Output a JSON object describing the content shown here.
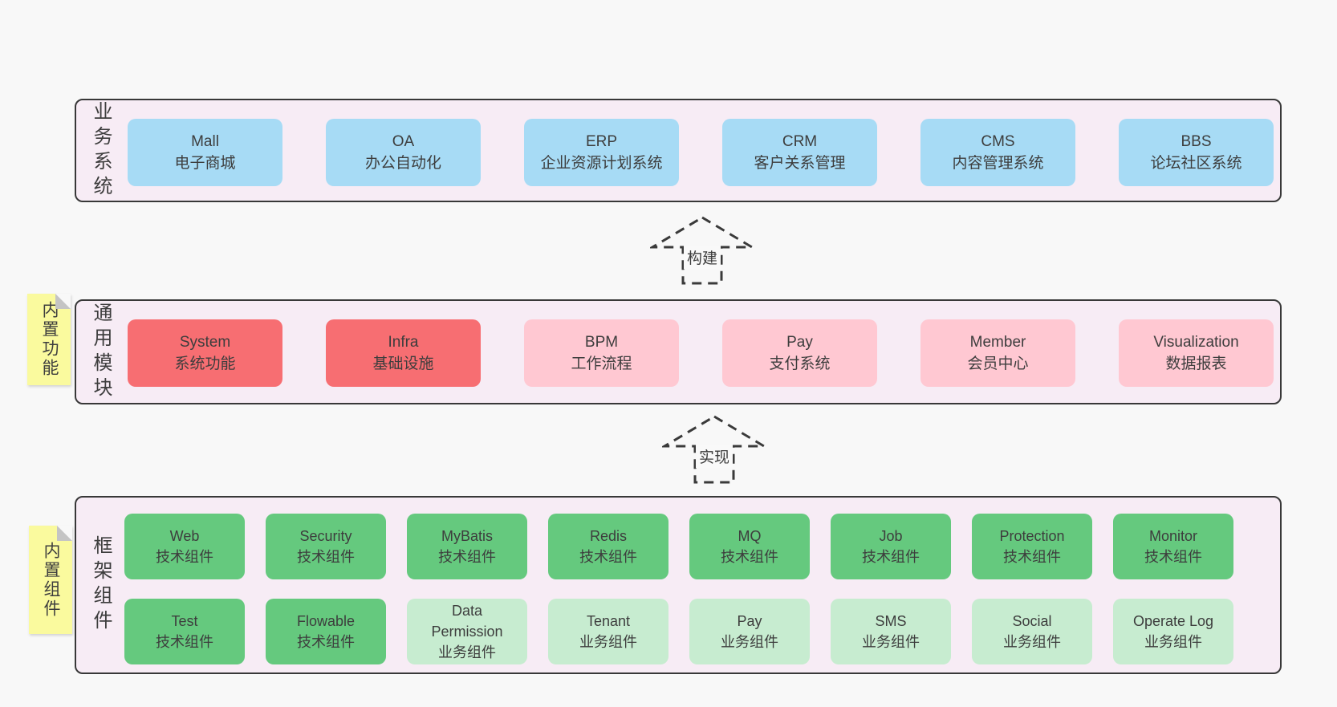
{
  "page": {
    "background": "#f8f8f8",
    "text_color": "#3d3d3d"
  },
  "palette": {
    "container_bg": "#f7ecf5",
    "container_border": "#383838",
    "blue_box": "#a7dbf5",
    "red_box": "#f76e72",
    "pink_box": "#ffc8d2",
    "green_dark_box": "#65c97e",
    "green_light_box": "#c7ecd0",
    "yellow_tab": "#fafa9e",
    "fold_gray": "#c4c4c4"
  },
  "business_layer": {
    "label": "业务系统",
    "boxes": [
      {
        "title": "Mall",
        "subtitle": "电子商城"
      },
      {
        "title": "OA",
        "subtitle": "办公自动化"
      },
      {
        "title": "ERP",
        "subtitle": "企业资源计划系统"
      },
      {
        "title": "CRM",
        "subtitle": "客户关系管理"
      },
      {
        "title": "CMS",
        "subtitle": "内容管理系统"
      },
      {
        "title": "BBS",
        "subtitle": "论坛社区系统"
      }
    ]
  },
  "build_arrow": {
    "label": "构建"
  },
  "module_layer": {
    "tab": "内置功能",
    "label": "通用模块",
    "boxes": [
      {
        "title": "System",
        "subtitle": "系统功能",
        "tone": "red"
      },
      {
        "title": "Infra",
        "subtitle": "基础设施",
        "tone": "red"
      },
      {
        "title": "BPM",
        "subtitle": "工作流程",
        "tone": "pink"
      },
      {
        "title": "Pay",
        "subtitle": "支付系统",
        "tone": "pink"
      },
      {
        "title": "Member",
        "subtitle": "会员中心",
        "tone": "pink"
      },
      {
        "title": "Visualization",
        "subtitle": "数据报表",
        "tone": "pink"
      }
    ]
  },
  "implement_arrow": {
    "label": "实现"
  },
  "component_layer": {
    "tab": "内置组件",
    "label": "框架组件",
    "row1": [
      {
        "title": "Web",
        "subtitle": "技术组件",
        "tone": "green-dark"
      },
      {
        "title": "Security",
        "subtitle": "技术组件",
        "tone": "green-dark"
      },
      {
        "title": "MyBatis",
        "subtitle": "技术组件",
        "tone": "green-dark"
      },
      {
        "title": "Redis",
        "subtitle": "技术组件",
        "tone": "green-dark"
      },
      {
        "title": "MQ",
        "subtitle": "技术组件",
        "tone": "green-dark"
      },
      {
        "title": "Job",
        "subtitle": "技术组件",
        "tone": "green-dark"
      },
      {
        "title": "Protection",
        "subtitle": "技术组件",
        "tone": "green-dark"
      },
      {
        "title": "Monitor",
        "subtitle": "技术组件",
        "tone": "green-dark"
      }
    ],
    "row2": [
      {
        "title": "Test",
        "subtitle": "技术组件",
        "tone": "green-dark"
      },
      {
        "title": "Flowable",
        "subtitle": "技术组件",
        "tone": "green-dark"
      },
      {
        "title": "Data Permission",
        "subtitle": "业务组件",
        "tone": "green-light"
      },
      {
        "title": "Tenant",
        "subtitle": "业务组件",
        "tone": "green-light"
      },
      {
        "title": "Pay",
        "subtitle": "业务组件",
        "tone": "green-light"
      },
      {
        "title": "SMS",
        "subtitle": "业务组件",
        "tone": "green-light"
      },
      {
        "title": "Social",
        "subtitle": "业务组件",
        "tone": "green-light"
      },
      {
        "title": "Operate Log",
        "subtitle": "业务组件",
        "tone": "green-light"
      }
    ]
  }
}
